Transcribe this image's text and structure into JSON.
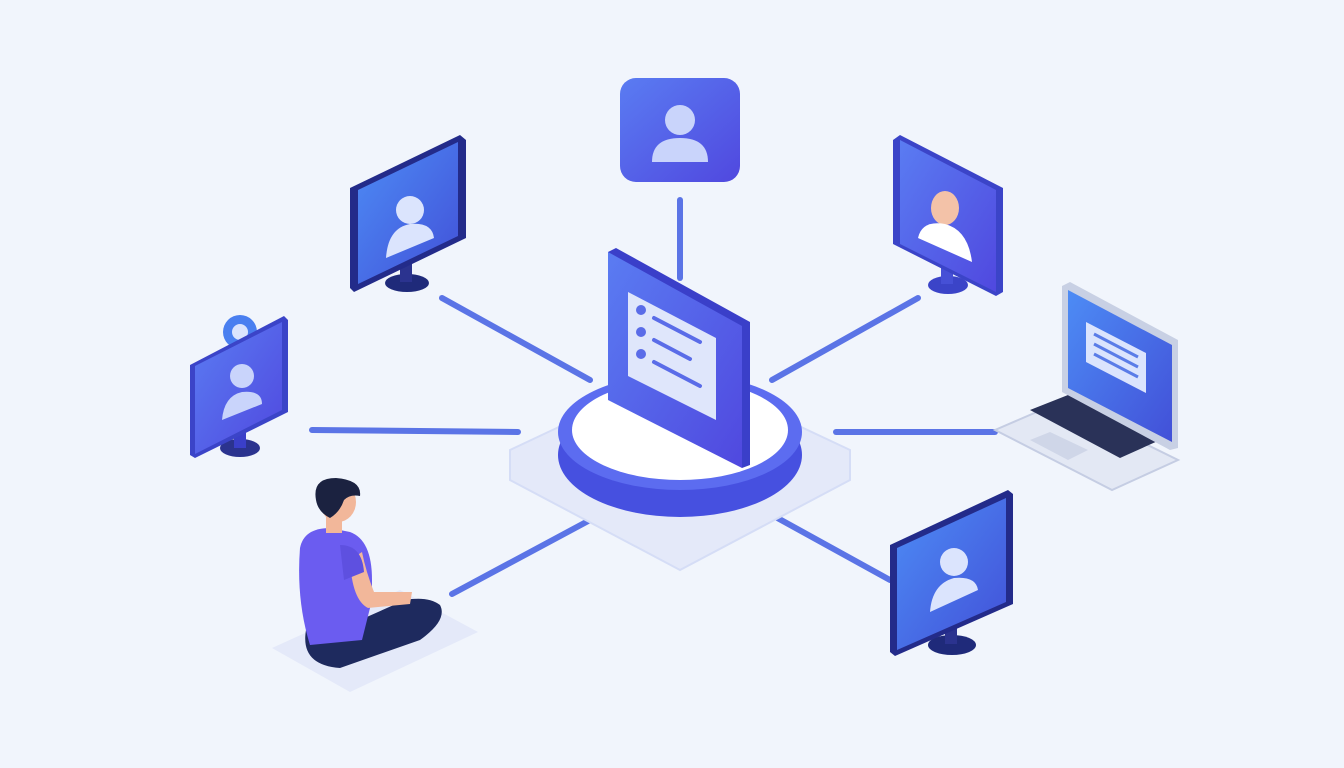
{
  "colors": {
    "background": "#f1f5fc",
    "primary_blue": "#4f6ef0",
    "deep_indigo": "#3a3fc9",
    "screen_blue": "#4a7ff0",
    "connector_line": "#5b74e6",
    "platform_light": "#e4e9f9",
    "person_shirt": "#6b5cf0",
    "person_pants": "#1e2a5e",
    "skin": "#f2b79a",
    "hair": "#1b2240"
  },
  "icons": [
    "user-avatar-icon",
    "list-document-icon",
    "keyboard-icon"
  ],
  "nodes": [
    "top-user-card",
    "top-left-monitor",
    "top-right-monitor",
    "left-badge-monitor",
    "right-laptop",
    "bottom-right-monitor",
    "seated-person"
  ]
}
